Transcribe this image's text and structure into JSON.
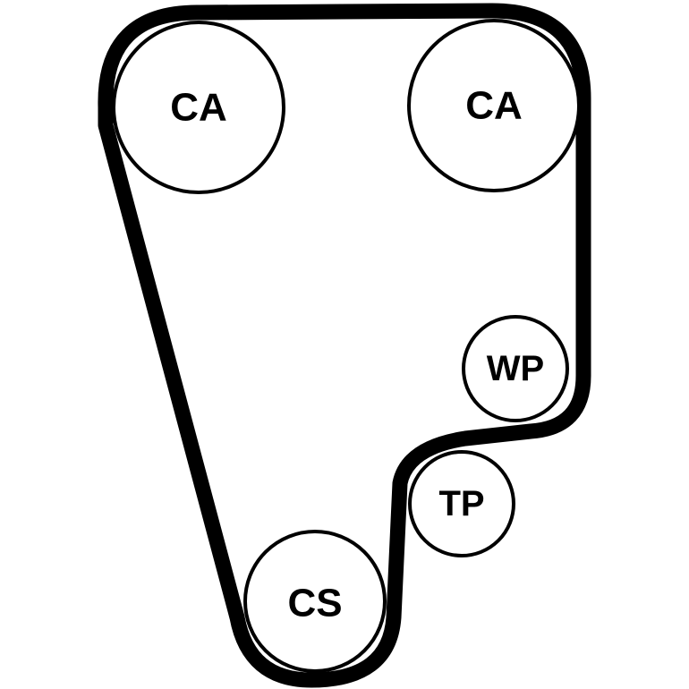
{
  "diagram": {
    "pulleys": {
      "camshaft_left": {
        "label": "CA"
      },
      "camshaft_right": {
        "label": "CA"
      },
      "water_pump": {
        "label": "WP"
      },
      "tensioner": {
        "label": "TP"
      },
      "crankshaft": {
        "label": "CS"
      }
    },
    "colors": {
      "belt": "#000000",
      "pulley_fill": "#ffffff",
      "pulley_outline": "#000000"
    }
  }
}
